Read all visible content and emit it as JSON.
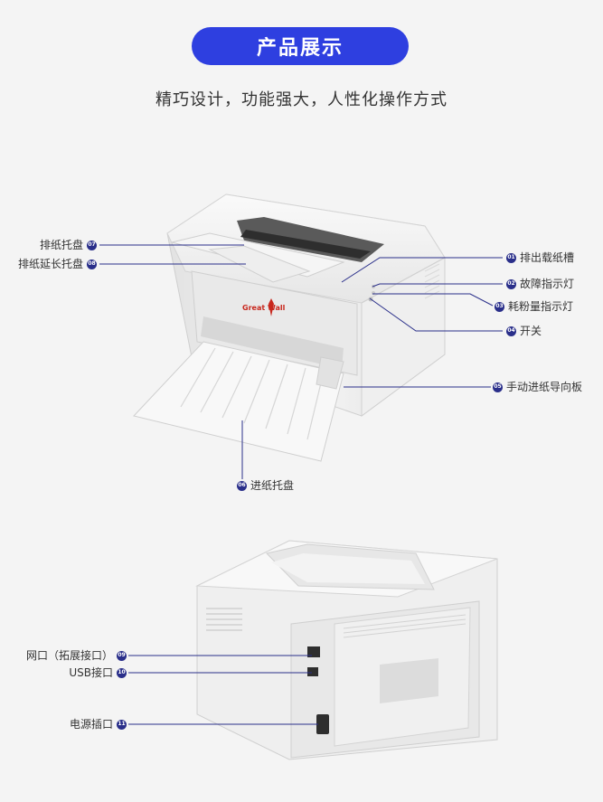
{
  "header": {
    "title": "产品展示",
    "subtitle": "精巧设计，功能强大，人性化操作方式"
  },
  "printer_front": {
    "brand": "Great Wall",
    "callouts": [
      {
        "num": "07",
        "label": "排纸托盘"
      },
      {
        "num": "08",
        "label": "排纸延长托盘"
      },
      {
        "num": "01",
        "label": "排出载纸槽"
      },
      {
        "num": "02",
        "label": "故障指示灯"
      },
      {
        "num": "03",
        "label": "耗粉量指示灯"
      },
      {
        "num": "04",
        "label": "开关"
      },
      {
        "num": "05",
        "label": "手动进纸导向板"
      },
      {
        "num": "06",
        "label": "进纸托盘"
      }
    ]
  },
  "printer_back": {
    "callouts": [
      {
        "num": "09",
        "label": "网口（拓展接口）"
      },
      {
        "num": "10",
        "label": "USB接口"
      },
      {
        "num": "11",
        "label": "电源插口"
      }
    ]
  },
  "colors": {
    "accent": "#2e3fe0",
    "leader_line": "#2a2f8a",
    "badge": "#2a2f8a"
  }
}
